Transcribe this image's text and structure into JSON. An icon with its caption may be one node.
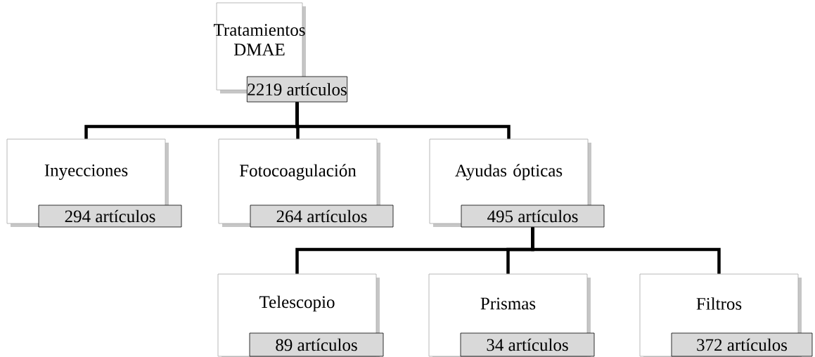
{
  "diagram": {
    "nodes": [
      {
        "text": [
          "Tratamientos DMAE",
          "2219 artículos"
        ]
      },
      {
        "text": [
          "Inyecciones",
          "294 artículos"
        ]
      },
      {
        "text": [
          "Fotocoagulación",
          "264 artículos"
        ]
      },
      {
        "text": [
          "Ayudas ópticas",
          "495 artículos"
        ]
      },
      {
        "text": [
          "Telescopio",
          "89 artículos"
        ]
      },
      {
        "text": [
          "Prismas",
          "34 artículos"
        ]
      },
      {
        "text": [
          "Filtros",
          "372 artículos"
        ]
      }
    ],
    "edges": [
      {
        "from": 0,
        "to": 1,
        "arrow": "none"
      },
      {
        "from": 0,
        "to": 2,
        "arrow": "none"
      },
      {
        "from": 0,
        "to": 3,
        "arrow": "none"
      },
      {
        "from": 3,
        "to": 4,
        "arrow": "none"
      },
      {
        "from": 3,
        "to": 5,
        "arrow": "none"
      },
      {
        "from": 3,
        "to": 6,
        "arrow": "none"
      }
    ]
  }
}
